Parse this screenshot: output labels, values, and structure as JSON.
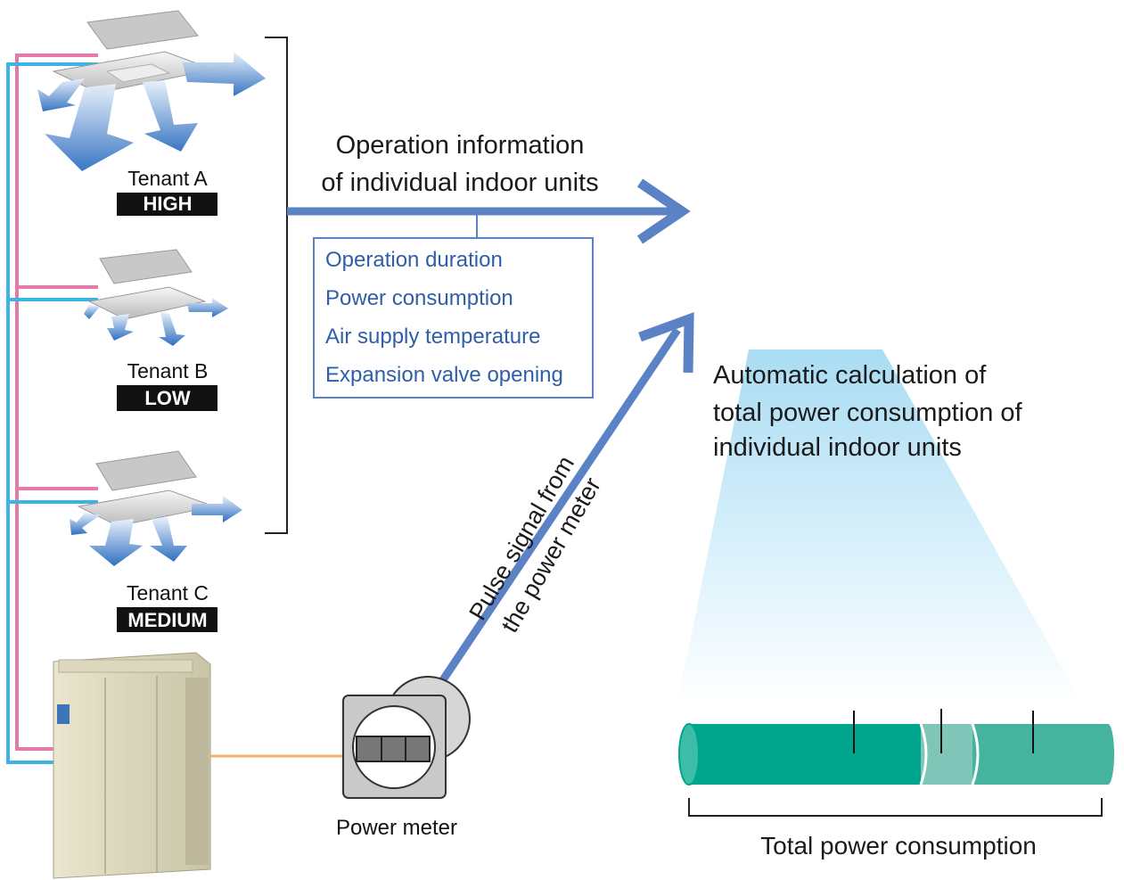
{
  "tenants": [
    {
      "name": "Tenant A",
      "level": "HIGH"
    },
    {
      "name": "Tenant B",
      "level": "LOW"
    },
    {
      "name": "Tenant C",
      "level": "MEDIUM"
    }
  ],
  "operation_info": {
    "title_line1": "Operation information",
    "title_line2": "of individual indoor units",
    "items": [
      "Operation duration",
      "Power consumption",
      "Air supply temperature",
      "Expansion valve opening"
    ]
  },
  "pulse_signal": {
    "line1": "Pulse signal from",
    "line2": "the power meter"
  },
  "automatic_calc": {
    "line1": "Automatic calculation of",
    "line2": "total power consumption of",
    "line3": "individual indoor units"
  },
  "power_meter_label": "Power meter",
  "total_label": "Total power consumption",
  "colors": {
    "arrow_blue": "#5b82c4",
    "box_text_blue": "#2e5fa8",
    "pipe_pink": "#e57aa8",
    "pipe_cyan": "#3ab4e6",
    "power_line_orange": "#f2b26b",
    "cylinder_dark_teal": "#00a58e",
    "cylinder_light_teal": "#7fc6b8",
    "cylinder_mid_teal": "#46b39f",
    "label_black": "#111111"
  }
}
